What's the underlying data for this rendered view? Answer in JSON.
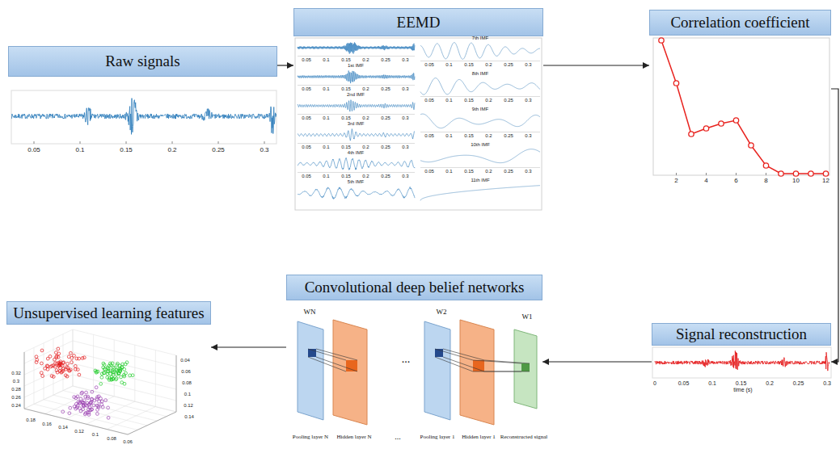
{
  "diagram": {
    "nodes": [
      {
        "text": [
          "Raw signals"
        ]
      },
      {
        "text": [
          "EEMD"
        ]
      },
      {
        "text": [
          "Correlation coefficient"
        ]
      },
      {
        "text": [
          "Signal reconstruction"
        ]
      },
      {
        "text": [
          "Convolutional deep belief networks"
        ]
      },
      {
        "text": [
          "Unsupervised learning features"
        ]
      }
    ],
    "edges": [
      {
        "from": 0,
        "to": 1,
        "arrow": "to"
      },
      {
        "from": 1,
        "to": 2,
        "arrow": "to"
      },
      {
        "from": 2,
        "to": 3,
        "arrow": "to"
      },
      {
        "from": 3,
        "to": 4,
        "arrow": "to"
      },
      {
        "from": 4,
        "to": 5,
        "arrow": "to"
      }
    ],
    "labels": [
      "0.05",
      "0.1",
      "0.15",
      "0.2",
      "0.25",
      "0.3",
      "0.05",
      "0.1",
      "0.15",
      "0.2",
      "0.25",
      "0.3",
      "1st IMF",
      "0.05",
      "0.1",
      "0.15",
      "0.2",
      "0.25",
      "0.3",
      "2nd IMF",
      "0.05",
      "0.1",
      "0.15",
      "0.2",
      "0.25",
      "0.3",
      "3rd IMF",
      "0.05",
      "0.1",
      "0.15",
      "0.2",
      "0.25",
      "0.3",
      "4th IMF",
      "0.05",
      "0.1",
      "0.15",
      "0.2",
      "0.25",
      "0.3",
      "5th IMF",
      "7th IMF",
      "0.05",
      "0.1",
      "0.15",
      "0.2",
      "0.25",
      "0.3",
      "8th IMF",
      "0.05",
      "0.1",
      "0.15",
      "0.2",
      "0.25",
      "0.3",
      "9th IMF",
      "0.05",
      "0.1",
      "0.15",
      "0.2",
      "0.25",
      "0.3",
      "10th IMF",
      "0.05",
      "0.1",
      "0.15",
      "0.2",
      "0.25",
      "0.3",
      "11th IMF",
      "2",
      "4",
      "6",
      "8",
      "10",
      "12",
      "0",
      "0.05",
      "0.1",
      "0.15",
      "0.2",
      "0.25",
      "0.3",
      "time (s)",
      "WN",
      "W2",
      "W1",
      "...",
      "Pooling layer N",
      "Hidden layer N",
      "...",
      "Pooling layer 1",
      "Hidden layer 1",
      "Reconstructed signal",
      "0.32",
      "0.3",
      "0.28",
      "0.26",
      "0.24",
      "0.18",
      "0.16",
      "0.14",
      "0.12",
      "0.1",
      "0.08",
      "0.06",
      "0.04",
      "0.06",
      "0.08",
      "0.1",
      "0.12",
      "0.14"
    ]
  }
}
